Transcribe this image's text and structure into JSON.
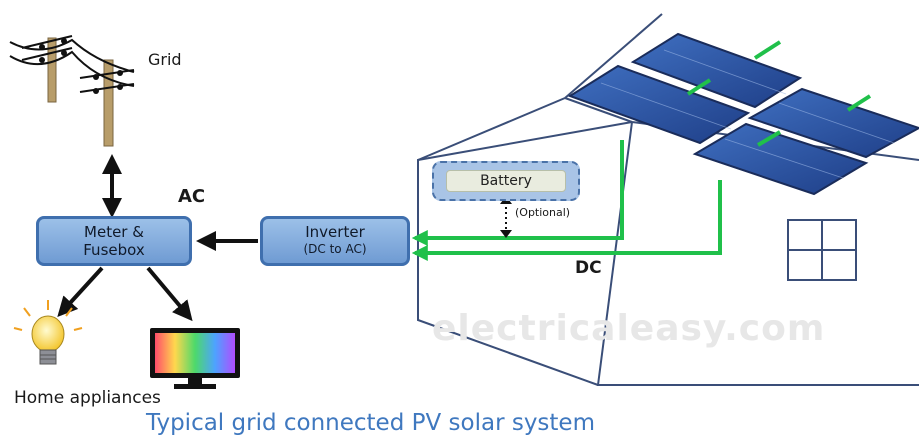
{
  "labels": {
    "grid": "Grid",
    "ac": "AC",
    "dc": "DC",
    "optional": "(Optional)",
    "home_appliances": "Home appliances",
    "watermark": "electricaleasy.com",
    "caption": "Typical grid connected PV solar system"
  },
  "boxes": {
    "meter_line1": "Meter &",
    "meter_line2": "Fusebox",
    "inverter_line1": "Inverter",
    "inverter_line2": "(DC to AC)",
    "battery": "Battery"
  },
  "colors": {
    "box_fill": "#7fa7da",
    "box_border": "#3f6fae",
    "dc_wire": "#20c04a",
    "caption": "#3f78bf",
    "panel": "#2c4f9a"
  },
  "icons": [
    "utility-pole-icon",
    "light-bulb-icon",
    "television-icon",
    "solar-panel-icon",
    "house-icon"
  ]
}
